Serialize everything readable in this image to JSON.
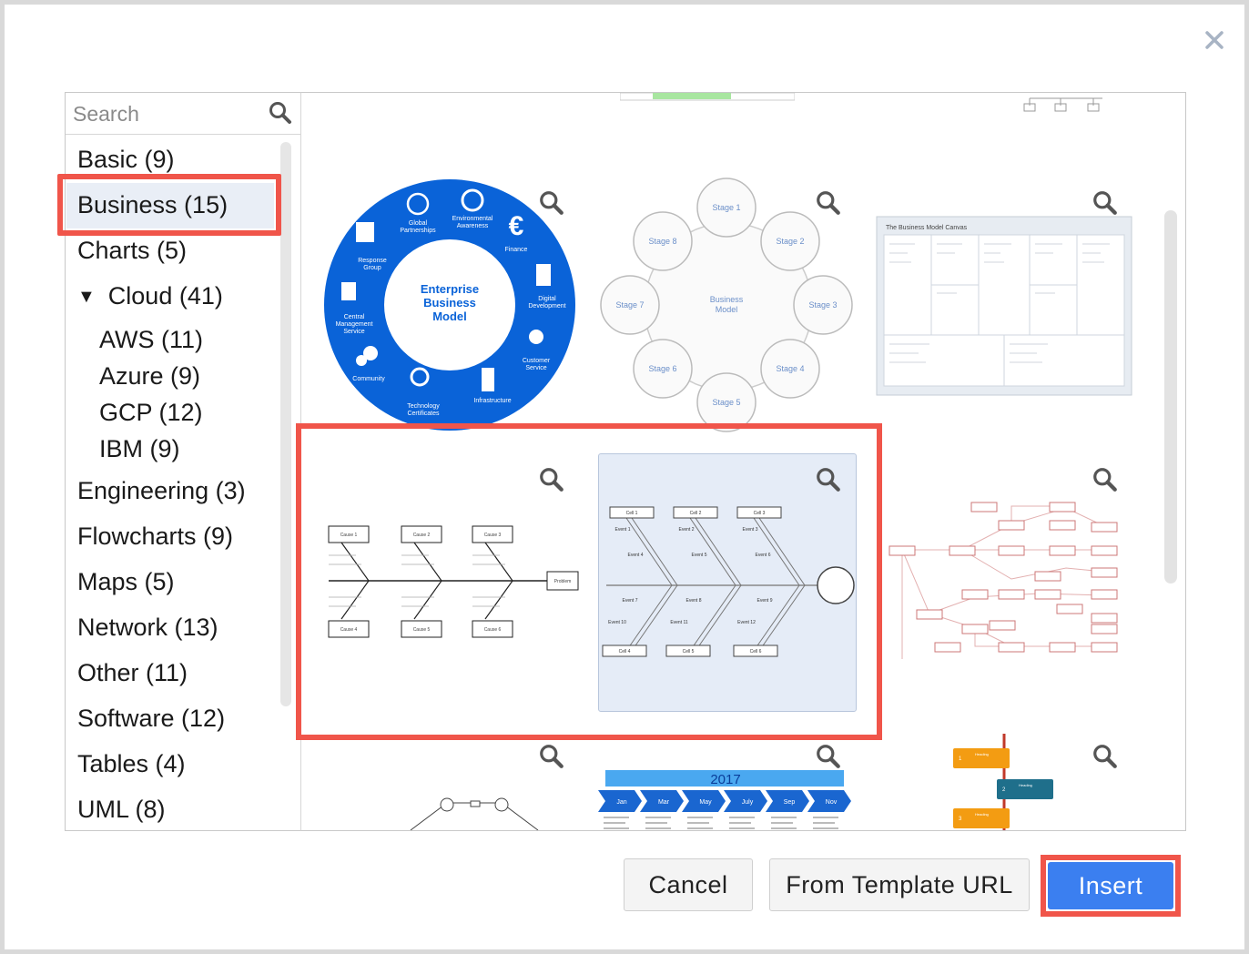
{
  "dialog": {
    "close_icon": "close-icon",
    "search": {
      "placeholder": "Search",
      "icon": "search-icon"
    },
    "categories": [
      {
        "label": "Basic (9)"
      },
      {
        "label": "Business (15)",
        "selected": true
      },
      {
        "label": "Charts (5)"
      },
      {
        "label": "Cloud (41)",
        "expanded": true,
        "expander": "▼"
      },
      {
        "label": "AWS (11)"
      },
      {
        "label": "Azure (9)"
      },
      {
        "label": "GCP (12)"
      },
      {
        "label": "IBM (9)"
      },
      {
        "label": "Engineering (3)"
      },
      {
        "label": "Flowcharts (9)"
      },
      {
        "label": "Maps (5)"
      },
      {
        "label": "Network (13)"
      },
      {
        "label": "Other (11)"
      },
      {
        "label": "Software (12)"
      },
      {
        "label": "Tables (4)"
      },
      {
        "label": "UML (8)"
      }
    ],
    "templates": {
      "enterprise": {
        "center_label_1": "Enterprise",
        "center_label_2": "Business",
        "center_label_3": "Model",
        "segments": [
          "Global Partnerships",
          "Environmental Awareness",
          "Finance",
          "Digital Development",
          "Customer Service",
          "Infrastructure",
          "Technology Certificates",
          "Community",
          "Central Management Service",
          "Response Group"
        ]
      },
      "stages": {
        "center_label_1": "Business",
        "center_label_2": "Model",
        "stages": [
          "Stage 1",
          "Stage 2",
          "Stage 3",
          "Stage 4",
          "Stage 5",
          "Stage 6",
          "Stage 7",
          "Stage 8"
        ]
      },
      "canvas": {
        "title": "The Business Model Canvas"
      },
      "fishbone1": {
        "head": "Problem",
        "causes": [
          "Cause 1",
          "Cause 2",
          "Cause 3",
          "Cause 4",
          "Cause 5",
          "Cause 6"
        ]
      },
      "fishbone2": {
        "cells": [
          "Cell 1",
          "Cell 2",
          "Cell 3",
          "Cell 4",
          "Cell 5",
          "Cell 6"
        ],
        "events": [
          "Event 1",
          "Event 2",
          "Event 3",
          "Event 4",
          "Event 5",
          "Event 6",
          "Event 7",
          "Event 8",
          "Event 9",
          "Event 10",
          "Event 11",
          "Event 12"
        ]
      },
      "timeline": {
        "year": "2017",
        "months": [
          "Jan",
          "Mar",
          "May",
          "July",
          "Sep",
          "Nov"
        ]
      },
      "vertical_timeline": {
        "heading": "Heading",
        "numbers": [
          "1",
          "2",
          "3"
        ]
      }
    },
    "buttons": {
      "cancel": "Cancel",
      "from_url": "From Template URL",
      "insert": "Insert"
    },
    "colors": {
      "highlight": "#f0554a",
      "insert_bg": "#3b7ff0",
      "enterprise_blue": "#0a63d8"
    }
  }
}
